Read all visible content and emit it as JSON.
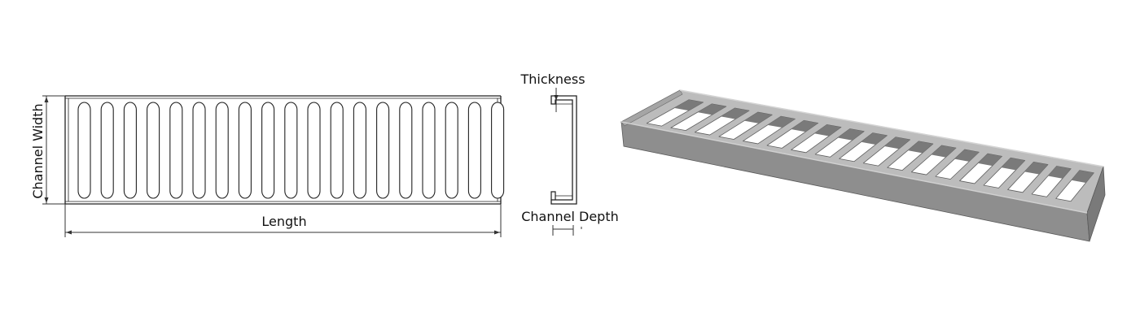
{
  "labels": {
    "channel_width": "Channel Width",
    "length": "Length",
    "thickness": "Thickness",
    "channel_depth": "Channel Depth"
  },
  "plan_view": {
    "slot_count": 19
  },
  "iso_view": {
    "slot_count": 18
  },
  "colors": {
    "line": "#222222",
    "dim_line": "#333333",
    "metal_top": "#b9b9b9",
    "metal_side": "#8e8e8e",
    "metal_dark": "#6f6f6f",
    "slot_shadow": "#5e5e5e"
  }
}
